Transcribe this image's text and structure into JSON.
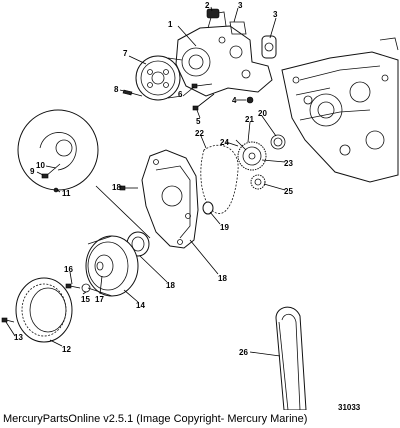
{
  "caption": "MercuryPartsOnline v2.5.1 (Image Copyright- Mercury Marine)",
  "drawing_number": "31033",
  "callouts": [
    "1",
    "2",
    "3",
    "3",
    "4",
    "5",
    "6",
    "7",
    "8",
    "9",
    "10",
    "11",
    "12",
    "13",
    "14",
    "15",
    "16",
    "17",
    "18",
    "18",
    "18",
    "19",
    "20",
    "21",
    "22",
    "23",
    "24",
    "25",
    "26"
  ]
}
